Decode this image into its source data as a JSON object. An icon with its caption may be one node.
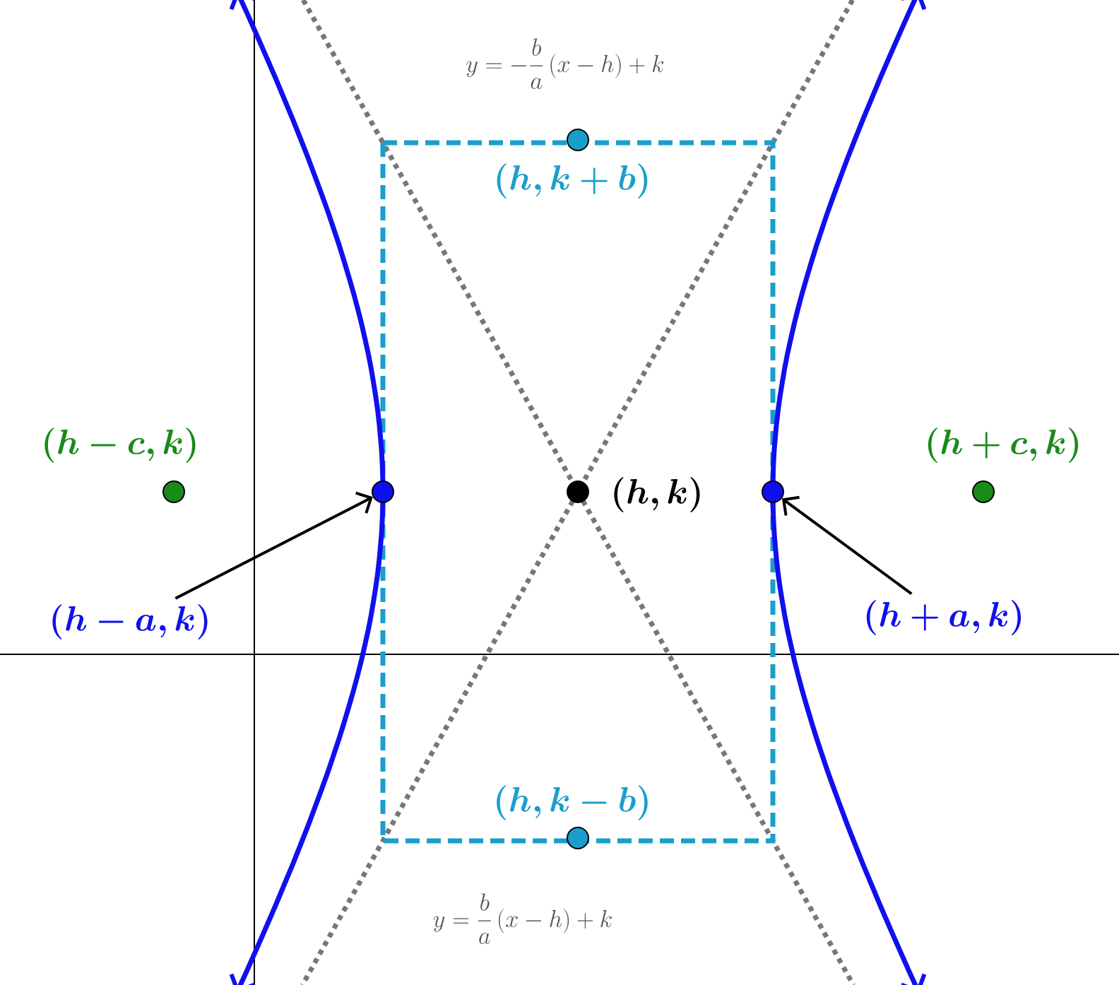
{
  "diagram": {
    "nodes": [
      {
        "text": [
          "\\bm{(h-a,k)}"
        ]
      },
      {
        "text": [],
        "shape": "circle"
      },
      {
        "text": [
          "\\bm{(h+a,k)}"
        ]
      },
      {
        "text": [],
        "shape": "circle"
      }
    ],
    "edges": [
      {
        "from": 0,
        "to": 1,
        "arrow": "to"
      },
      {
        "from": 2,
        "to": 3,
        "arrow": "to"
      }
    ],
    "labels": [
      "y=-\\dfrac{b}{a}\\,(x-h)+k",
      "\\bm{(h,k+b)}",
      "\\bm{(h-c,k)}",
      "\\bm{(h+c,k)}",
      "\\bm{(h,k)}",
      "\\bm{(h,k-b)}",
      "y=\\dfrac{b}{a}\\,(x-h)+k"
    ]
  }
}
